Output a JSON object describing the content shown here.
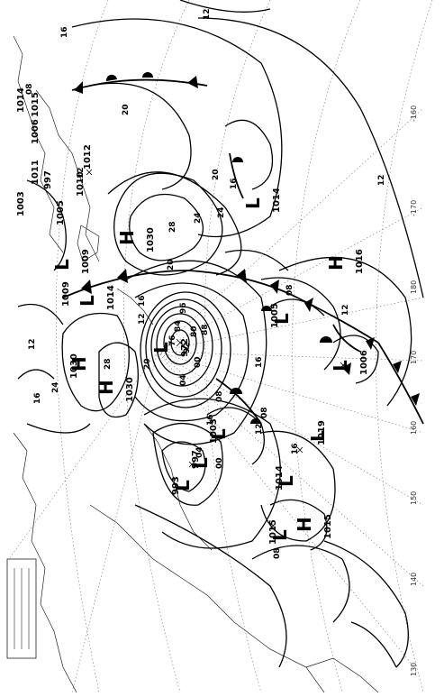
{
  "map": {
    "longitude_labels": [
      "-160",
      "-170",
      "180",
      "170",
      "160",
      "150",
      "140",
      "130"
    ],
    "pressure_centers": [
      {
        "type": "H",
        "value": "1030"
      },
      {
        "type": "H",
        "value": "1030"
      },
      {
        "type": "H",
        "value": "1030"
      },
      {
        "type": "H",
        "value": "1016"
      },
      {
        "type": "H",
        "value": "1015"
      },
      {
        "type": "L",
        "value": "972"
      },
      {
        "type": "L",
        "value": "1003"
      },
      {
        "type": "L",
        "value": "997"
      },
      {
        "type": "L",
        "value": "993"
      },
      {
        "type": "L",
        "value": "1014"
      },
      {
        "type": "L",
        "value": "1005"
      },
      {
        "type": "L",
        "value": "1006"
      },
      {
        "type": "L",
        "value": "1014"
      },
      {
        "type": "L",
        "value": "1015"
      },
      {
        "type": "L",
        "value": "1019"
      },
      {
        "type": "L",
        "value": "1014"
      },
      {
        "type": "L",
        "value": "1009"
      },
      {
        "type": "L",
        "value": "1003"
      },
      {
        "type": "L",
        "value": "1005"
      },
      {
        "type": "L",
        "value": "997"
      },
      {
        "type": "L",
        "value": "1011"
      },
      {
        "type": "L",
        "value": "1006"
      },
      {
        "type": "L",
        "value": "1015"
      },
      {
        "type": "L",
        "value": "1014"
      },
      {
        "type": "L",
        "value": "1012"
      },
      {
        "type": "L",
        "value": "1010"
      },
      {
        "type": "L",
        "value": "1009"
      }
    ],
    "isobar_labels": [
      "12",
      "16",
      "20",
      "24",
      "28",
      "08",
      "04",
      "00",
      "96",
      "92",
      "88",
      "84",
      "80",
      "76",
      "12",
      "16",
      "20",
      "08",
      "12",
      "16",
      "28",
      "24",
      "20",
      "16",
      "12",
      "08",
      "04",
      "00",
      "16",
      "12",
      "08",
      "16",
      "12",
      "20",
      "24",
      "16",
      "12",
      "08"
    ]
  }
}
